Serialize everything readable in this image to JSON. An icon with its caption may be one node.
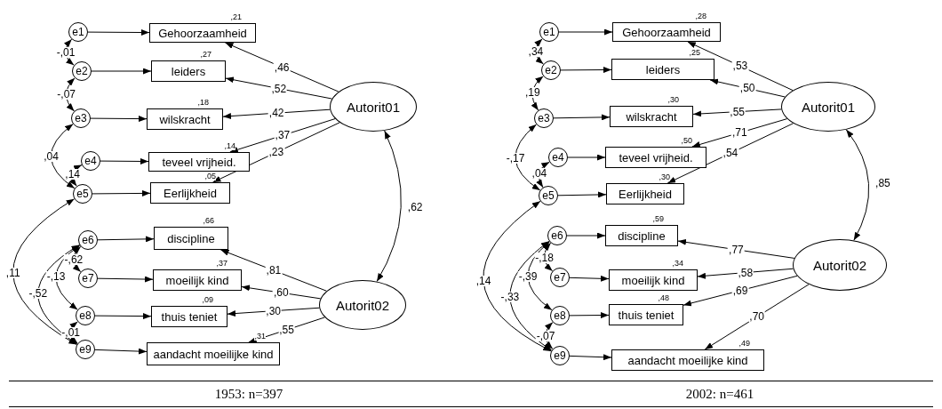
{
  "diagram": {
    "nodes": [
      {
        "text": [
          "e1"
        ]
      },
      {
        "text": [
          "e2"
        ]
      },
      {
        "text": [
          "e3"
        ]
      },
      {
        "text": [
          "e4"
        ]
      },
      {
        "text": [
          "e5"
        ]
      },
      {
        "text": [
          "e6"
        ]
      },
      {
        "text": [
          "e7"
        ]
      },
      {
        "text": [
          "e8"
        ]
      },
      {
        "text": [
          "e9"
        ]
      },
      {
        "text": [
          "Gehoorzaamheid"
        ],
        "beside": [
          ",21"
        ]
      },
      {
        "text": [
          "leiders"
        ],
        "beside": [
          ",27"
        ]
      },
      {
        "text": [
          "wilskracht"
        ],
        "beside": [
          ",18"
        ]
      },
      {
        "text": [
          "teveel vrijheid."
        ],
        "beside": [
          ",14"
        ]
      },
      {
        "text": [
          "Eerlijkheid"
        ],
        "beside": [
          ",05"
        ]
      },
      {
        "text": [
          "discipline"
        ],
        "beside": [
          ",66"
        ]
      },
      {
        "text": [
          "moeilijk kind"
        ],
        "beside": [
          ",37"
        ]
      },
      {
        "text": [
          "thuis teniet"
        ],
        "beside": [
          ",09"
        ]
      },
      {
        "text": [
          "aandacht moeilijke kind"
        ],
        "beside": [
          ",31"
        ]
      },
      {
        "text": [
          "Autorit01"
        ]
      },
      {
        "text": [
          "Autorit02"
        ]
      },
      {
        "text": [
          "e1"
        ]
      },
      {
        "text": [
          "e2"
        ]
      },
      {
        "text": [
          "e3"
        ]
      },
      {
        "text": [
          "e4"
        ]
      },
      {
        "text": [
          "e5"
        ]
      },
      {
        "text": [
          "e6"
        ]
      },
      {
        "text": [
          "e7"
        ]
      },
      {
        "text": [
          "e8"
        ]
      },
      {
        "text": [
          "e9"
        ]
      },
      {
        "text": [
          "Gehoorzaamheid"
        ],
        "beside": [
          ",28"
        ]
      },
      {
        "text": [
          "leiders"
        ],
        "beside": [
          ",25"
        ]
      },
      {
        "text": [
          "wilskracht"
        ],
        "beside": [
          ",30"
        ]
      },
      {
        "text": [
          "teveel vrijheid."
        ],
        "beside": [
          ",50"
        ]
      },
      {
        "text": [
          "Eerlijkheid"
        ],
        "beside": [
          ",30"
        ]
      },
      {
        "text": [
          "discipline"
        ],
        "beside": [
          ",59"
        ]
      },
      {
        "text": [
          "moeilijk kind"
        ],
        "beside": [
          ",34"
        ]
      },
      {
        "text": [
          "thuis teniet"
        ],
        "beside": [
          ",48"
        ]
      },
      {
        "text": [
          "aandacht moeilijke kind"
        ],
        "beside": [
          ",49"
        ]
      },
      {
        "text": [
          "Autorit01"
        ]
      },
      {
        "text": [
          "Autorit02"
        ]
      }
    ],
    "edges": [
      {
        "from": 0,
        "to": 9,
        "arrow": "to"
      },
      {
        "from": 1,
        "to": 10,
        "arrow": "to"
      },
      {
        "from": 2,
        "to": 11,
        "arrow": "to"
      },
      {
        "from": 3,
        "to": 12,
        "arrow": "to"
      },
      {
        "from": 4,
        "to": 13,
        "arrow": "to"
      },
      {
        "from": 5,
        "to": 14,
        "arrow": "to"
      },
      {
        "from": 6,
        "to": 15,
        "arrow": "to"
      },
      {
        "from": 7,
        "to": 16,
        "arrow": "to"
      },
      {
        "from": 8,
        "to": 17,
        "arrow": "to"
      },
      {
        "from": 18,
        "to": 9,
        "arrow": "to",
        "label": ",46"
      },
      {
        "from": 18,
        "to": 10,
        "arrow": "to",
        "label": ",52"
      },
      {
        "from": 18,
        "to": 11,
        "arrow": "to",
        "label": ",42"
      },
      {
        "from": 18,
        "to": 12,
        "arrow": "to",
        "label": ",37"
      },
      {
        "from": 18,
        "to": 13,
        "arrow": "to",
        "label": ",23"
      },
      {
        "from": 19,
        "to": 14,
        "arrow": "to",
        "label": ",81"
      },
      {
        "from": 19,
        "to": 15,
        "arrow": "to",
        "label": ",60"
      },
      {
        "from": 19,
        "to": 16,
        "arrow": "to",
        "label": ",30"
      },
      {
        "from": 19,
        "to": 17,
        "arrow": "to",
        "label": ",55"
      },
      {
        "from": 18,
        "to": 19,
        "arrow": "both",
        "label": ",62"
      },
      {
        "from": 0,
        "to": 1,
        "arrow": "both",
        "label": "-,01"
      },
      {
        "from": 1,
        "to": 2,
        "arrow": "both",
        "label": "-,07"
      },
      {
        "from": 2,
        "to": 4,
        "arrow": "both",
        "label": ",04"
      },
      {
        "from": 3,
        "to": 4,
        "arrow": "both",
        "label": ",14"
      },
      {
        "from": 4,
        "to": 8,
        "arrow": "both",
        "label": ",11"
      },
      {
        "from": 5,
        "to": 8,
        "arrow": "both",
        "label": "-,52"
      },
      {
        "from": 5,
        "to": 7,
        "arrow": "both",
        "label": "-,13"
      },
      {
        "from": 5,
        "to": 6,
        "arrow": "both",
        "label": "-,62"
      },
      {
        "from": 7,
        "to": 8,
        "arrow": "both",
        "label": "-,01"
      },
      {
        "from": 20,
        "to": 29,
        "arrow": "to"
      },
      {
        "from": 21,
        "to": 30,
        "arrow": "to"
      },
      {
        "from": 22,
        "to": 31,
        "arrow": "to"
      },
      {
        "from": 23,
        "to": 32,
        "arrow": "to"
      },
      {
        "from": 24,
        "to": 33,
        "arrow": "to"
      },
      {
        "from": 25,
        "to": 34,
        "arrow": "to"
      },
      {
        "from": 26,
        "to": 35,
        "arrow": "to"
      },
      {
        "from": 27,
        "to": 36,
        "arrow": "to"
      },
      {
        "from": 28,
        "to": 37,
        "arrow": "to"
      },
      {
        "from": 38,
        "to": 29,
        "arrow": "to",
        "label": ",53"
      },
      {
        "from": 38,
        "to": 30,
        "arrow": "to",
        "label": ",50"
      },
      {
        "from": 38,
        "to": 31,
        "arrow": "to",
        "label": ",55"
      },
      {
        "from": 38,
        "to": 32,
        "arrow": "to",
        "label": ",71"
      },
      {
        "from": 38,
        "to": 33,
        "arrow": "to",
        "label": ",54"
      },
      {
        "from": 39,
        "to": 34,
        "arrow": "to",
        "label": ",77"
      },
      {
        "from": 39,
        "to": 35,
        "arrow": "to",
        "label": ",58"
      },
      {
        "from": 39,
        "to": 36,
        "arrow": "to",
        "label": ",69"
      },
      {
        "from": 39,
        "to": 37,
        "arrow": "to",
        "label": ",70"
      },
      {
        "from": 38,
        "to": 39,
        "arrow": "both",
        "label": ",85"
      },
      {
        "from": 20,
        "to": 21,
        "arrow": "both",
        "label": ",34"
      },
      {
        "from": 21,
        "to": 22,
        "arrow": "both",
        "label": ",19"
      },
      {
        "from": 22,
        "to": 24,
        "arrow": "both",
        "label": "-,17"
      },
      {
        "from": 23,
        "to": 24,
        "arrow": "both",
        "label": ",04"
      },
      {
        "from": 24,
        "to": 28,
        "arrow": "both",
        "label": ",14"
      },
      {
        "from": 25,
        "to": 28,
        "arrow": "both",
        "label": "-,33"
      },
      {
        "from": 25,
        "to": 27,
        "arrow": "both",
        "label": "-,39"
      },
      {
        "from": 25,
        "to": 26,
        "arrow": "both",
        "label": "-,18"
      },
      {
        "from": 27,
        "to": 28,
        "arrow": "both",
        "label": "-,07"
      }
    ],
    "labels": [
      "1953: n=397",
      "2002: n=461"
    ]
  }
}
